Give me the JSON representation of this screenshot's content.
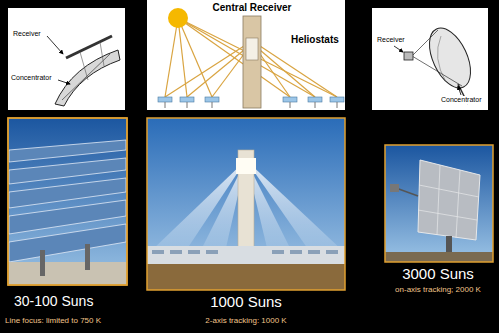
{
  "diagram": {
    "labels": [
      "Receiver",
      "Concentrator",
      "Central Receiver",
      "Heliostats",
      "Receiver",
      "Concentrator",
      "30-100 Suns",
      "Line focus: limited to 750 K",
      "1000 Suns",
      "2-axis tracking: 1000 K",
      "3000 Suns",
      "on-axis tracking; 2000 K"
    ]
  }
}
